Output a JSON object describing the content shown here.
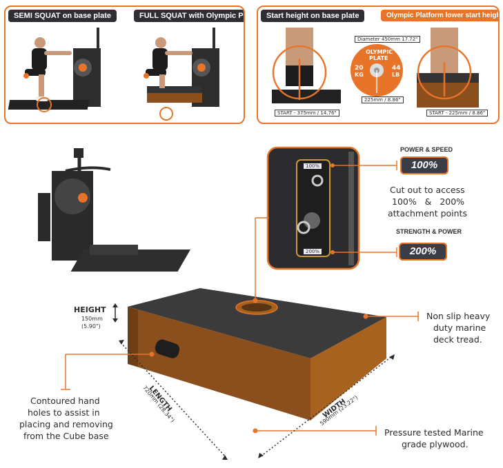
{
  "panels": {
    "semi_squat": "SEMI SQUAT on base plate",
    "full_squat": "FULL SQUAT with Olympic Platform",
    "start_height": "Start height on base plate",
    "olympic_lower": "Olympic Platform lower start height"
  },
  "plate": {
    "diameter": "Diameter 450mm  17.72\"",
    "title_line1": "OLYMPIC",
    "title_line2": "PLATE",
    "left_num": "20",
    "left_unit": "KG",
    "right_num": "44",
    "right_unit": "LB",
    "bottom": "225mm / 8.86\""
  },
  "start_labels": {
    "base": "START - 375mm / 14.76\"",
    "olympic": "START - 225mm / 8.86\""
  },
  "attachments": {
    "power_speed_caption": "POWER & SPEED",
    "power_speed_value": "100%",
    "strength_power_caption": "STRENGTH & POWER",
    "strength_power_value": "200%",
    "cutout_line1": "Cut out to access",
    "cutout_line2": "100%   &   200%",
    "cutout_line3": "attachment points",
    "tag_100": "100%",
    "tag_200": "200%"
  },
  "dimensions": {
    "height_title": "HEIGHT",
    "height_mm": "150mm",
    "height_in": "(5.90\")",
    "length_title": "LENGTH",
    "length_value": "720mm (28.34\")",
    "width_title": "WIDTH",
    "width_value": "590mm (23.22\")"
  },
  "callouts": {
    "tread_line1": "Non slip heavy",
    "tread_line2": "duty marine",
    "tread_line3": "deck tread.",
    "holes_line1": "Contoured hand",
    "holes_line2": "holes to assist in",
    "holes_line3": "placing and removing",
    "holes_line4": "from the Cube base",
    "plywood_line1": "Pressure tested Marine",
    "plywood_line2": "grade plywood."
  },
  "colors": {
    "accent": "#e8742a",
    "dark": "#3a3d46",
    "wood": "#a8621f",
    "tread": "#3b3b3b"
  }
}
